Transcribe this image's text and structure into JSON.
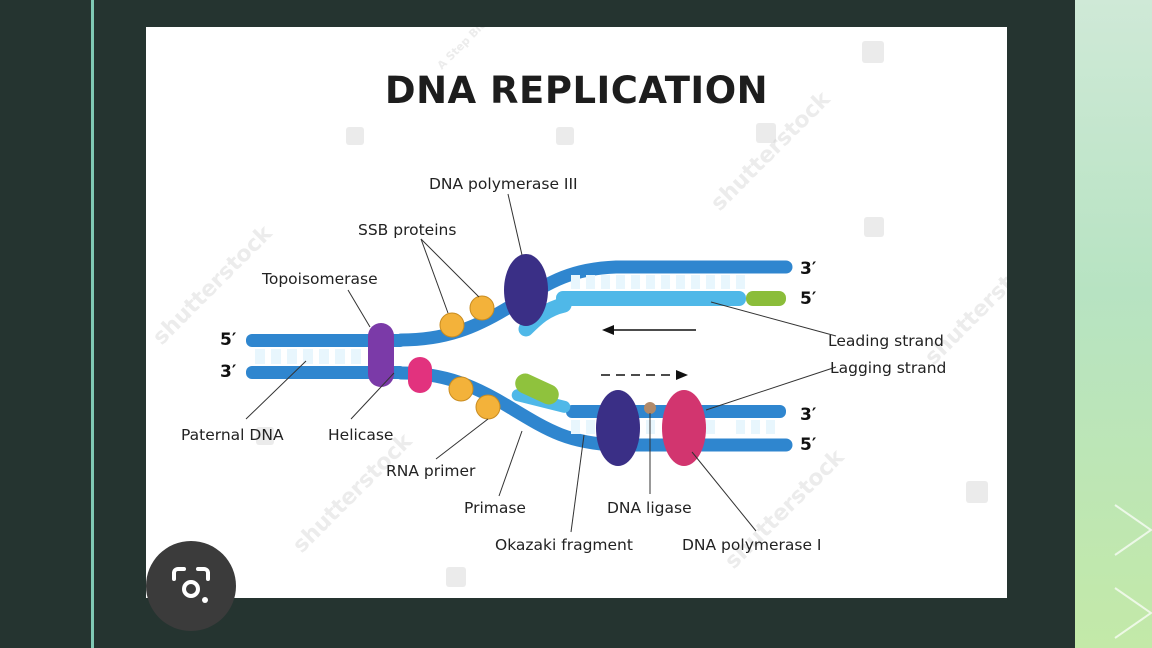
{
  "slide": {
    "title": "DNA REPLICATION"
  },
  "labels": {
    "dna_polymerase_iii": "DNA polymerase III",
    "ssb_proteins": "SSB proteins",
    "topoisomerase": "Topoisomerase",
    "leading_strand": "Leading strand",
    "lagging_strand": "Lagging strand",
    "paternal_dna": "Paternal DNA",
    "helicase": "Helicase",
    "rna_primer": "RNA primer",
    "primase": "Primase",
    "dna_ligase": "DNA ligase",
    "okazaki_fragment": "Okazaki fragment",
    "dna_polymerase_i": "DNA polymerase I"
  },
  "ends": {
    "left_top": "5′",
    "left_bottom": "3′",
    "upper_right_top": "3′",
    "upper_right_bottom": "5′",
    "lower_right_top": "3′",
    "lower_right_bottom": "5′"
  },
  "watermarks": {
    "a": "shutterstock",
    "b": "A Step BioMed"
  },
  "colors": {
    "strand_dark": "#2f86cf",
    "strand_light": "#4fb8e8",
    "base_pairs": "#e8f6fd",
    "topoisomerase": "#7b3aa8",
    "helicase": "#e2327e",
    "ssb": "#f3b23a",
    "polymerase_iii": "#3a2f86",
    "polymerase_i": "#d2356f",
    "primase": "#8bbd3a",
    "rna_primer": "#8fc23d",
    "background": "#253430"
  },
  "icons": {
    "lens": "google-lens-icon"
  }
}
